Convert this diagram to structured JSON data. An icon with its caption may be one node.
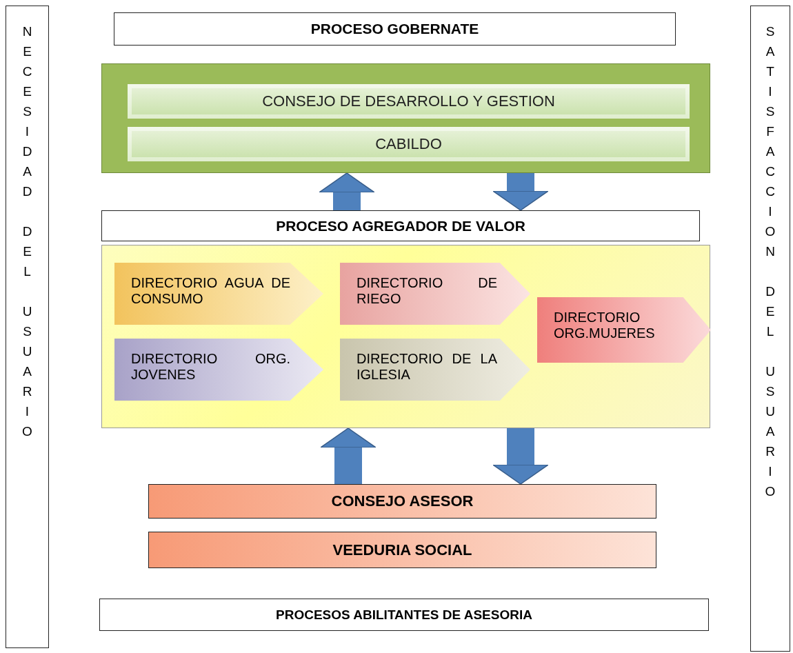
{
  "diagram": {
    "nodes": [
      {
        "text": [
          "NECESIDAD DEL USUARIO"
        ]
      },
      {
        "text": [
          "PROCESO GOBERNATE"
        ]
      },
      {
        "text": [],
        "shape": "box"
      },
      {
        "text": [
          "CONSEJO DE DESARROLLO Y GESTION"
        ],
        "in": 2
      },
      {
        "text": [
          "CABILDO"
        ],
        "in": 2
      },
      {
        "text": [
          "PROCESO AGREGADOR DE VALOR"
        ]
      },
      {
        "text": [],
        "shape": "box"
      },
      {
        "text": [
          "DIRECTORIO AGUA DE CONSUMO"
        ],
        "in": 6
      },
      {
        "text": [
          "DIRECTORIO DE RIEGO"
        ],
        "in": 6
      },
      {
        "text": [
          "DIRECTORIO ORG.MUJERES"
        ],
        "in": 6
      },
      {
        "text": [
          "DIRECTORIO ORG. JOVENES"
        ],
        "in": 6
      },
      {
        "text": [
          "DIRECTORIO DE LA IGLESIA"
        ],
        "in": 6
      },
      {
        "text": [
          "CONSEJO ASESOR"
        ]
      },
      {
        "text": [
          "VEEDURIA SOCIAL"
        ]
      },
      {
        "text": [
          "PROCESOS ABILITANTES DE ASESORIA"
        ]
      },
      {
        "text": [
          "SATISFACCION DEL USUARIO"
        ]
      }
    ],
    "edges": [
      {
        "from": 5,
        "to": 2,
        "arrow": "to"
      },
      {
        "from": 2,
        "to": 5,
        "arrow": "to"
      },
      {
        "from": 12,
        "to": 6,
        "arrow": "to"
      },
      {
        "from": 6,
        "to": 12,
        "arrow": "to"
      }
    ]
  }
}
